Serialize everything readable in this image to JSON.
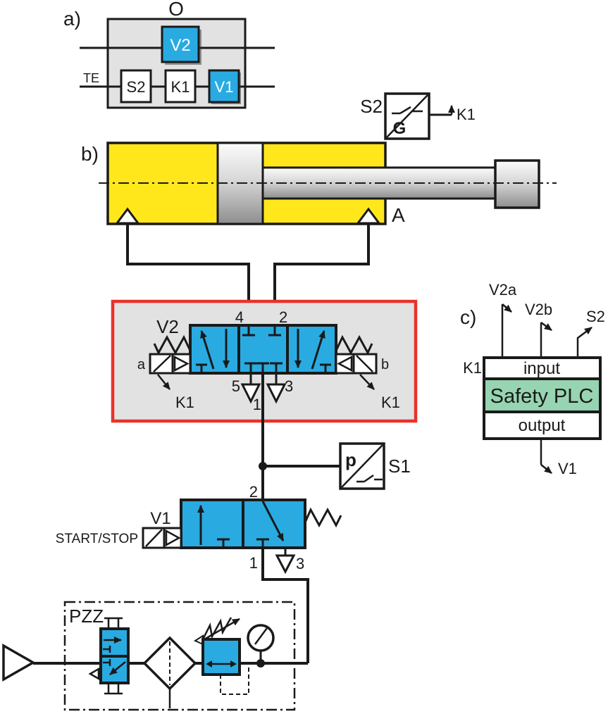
{
  "colors": {
    "line": "#1a1a1a",
    "blue": "#29ABE2",
    "yellow": "#FFE71C",
    "gray": "#E2E2E2",
    "red": "#E8322A",
    "green": "#97D4B2"
  },
  "section_a": {
    "label": "a)",
    "title": "O",
    "rail_label": "TE",
    "block_v2": "V2",
    "block_s2": "S2",
    "block_k1": "K1",
    "block_v1": "V1"
  },
  "sensor_s2": {
    "label": "S2",
    "letter": "G",
    "coil": "K1"
  },
  "cylinder": {
    "label": "b)",
    "port_label": "A"
  },
  "valve_v2": {
    "label": "V2",
    "pilot_left": "a",
    "pilot_right": "b",
    "coil_left": "K1",
    "coil_right": "K1",
    "port4": "4",
    "port2": "2",
    "port5": "5",
    "port1": "1",
    "port3": "3"
  },
  "sensor_s1": {
    "letter": "p",
    "label": "S1"
  },
  "valve_v1": {
    "label": "V1",
    "actuation_label": "START/STOP",
    "port2": "2",
    "port1": "1",
    "port3": "3"
  },
  "pzz": {
    "label": "PZZ"
  },
  "plc": {
    "label": "c)",
    "input_v2a": "V2a",
    "input_v2b": "V2b",
    "input_s2": "S2",
    "side_label": "K1",
    "input_box": "input",
    "plc_box": "Safety PLC",
    "output_box": "output",
    "output_v1": "V1"
  }
}
